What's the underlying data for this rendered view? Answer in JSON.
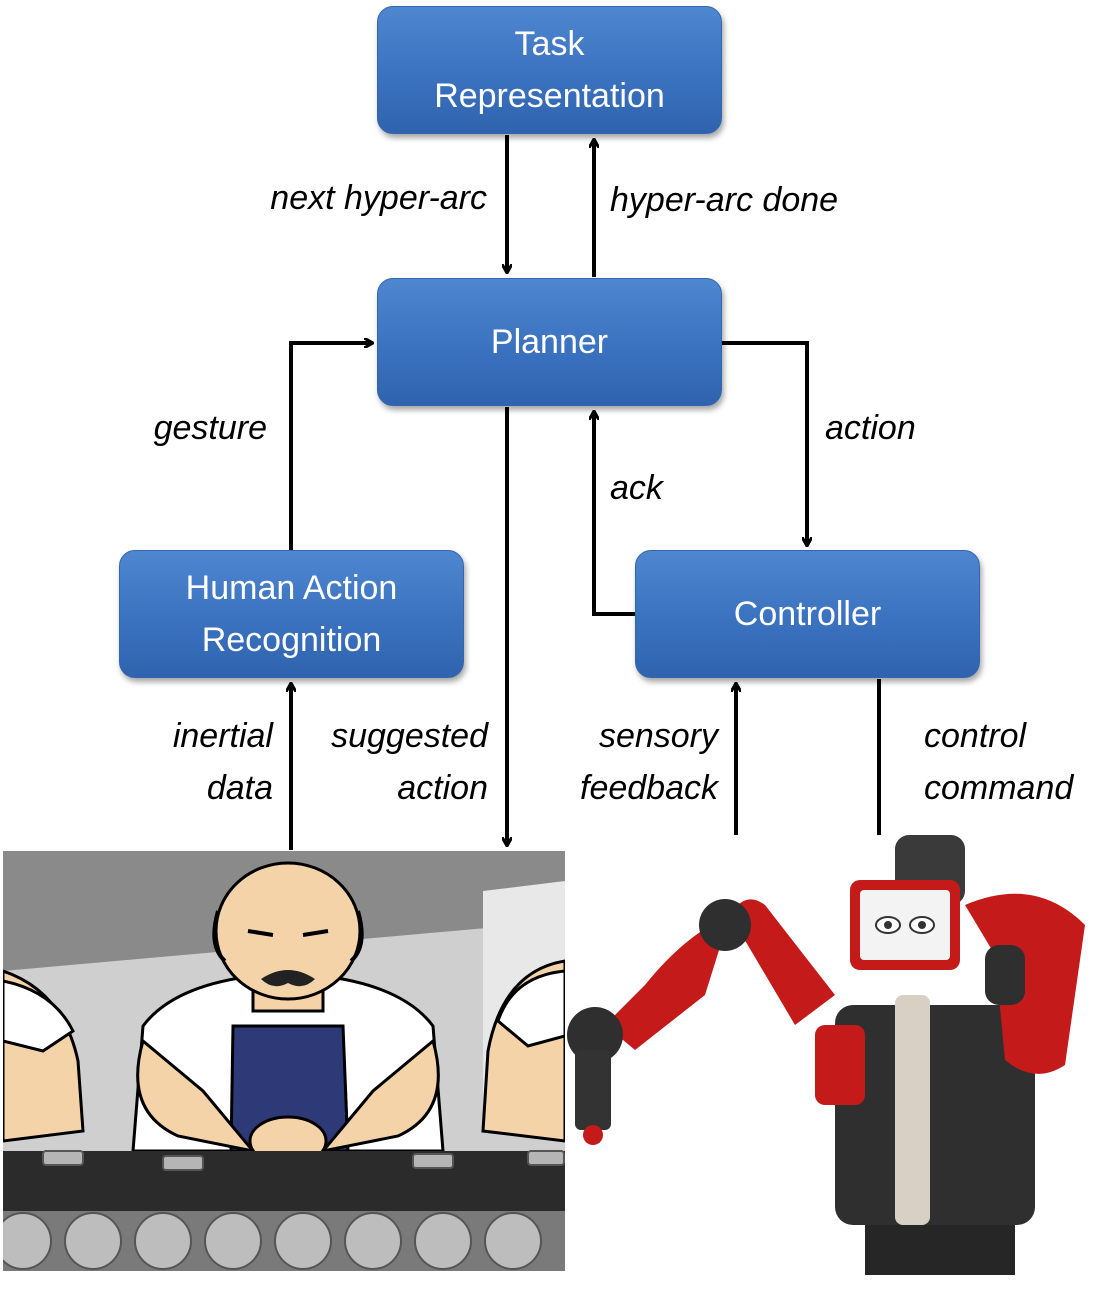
{
  "boxes": {
    "task_representation": [
      "Task",
      "Representation"
    ],
    "planner": [
      "Planner"
    ],
    "human_action_recognition": [
      "Human Action",
      "Recognition"
    ],
    "controller": [
      "Controller"
    ]
  },
  "edges": {
    "next_hyper_arc": "next hyper-arc",
    "hyper_arc_done": "hyper-arc done",
    "gesture": "gesture",
    "action": "action",
    "ack": "ack",
    "inertial_data": [
      "inertial",
      "data"
    ],
    "suggested_action": [
      "suggested",
      "action"
    ],
    "sensory_feedback": [
      "sensory",
      "feedback"
    ],
    "control_command": [
      "control",
      "command"
    ]
  },
  "colors": {
    "box_fill": "#3b72c0",
    "box_text": "#ffffff",
    "arrow": "#000000",
    "robot_red": "#c41a1a",
    "apron": "#2e3a78"
  },
  "images": {
    "left": "cartoon-worker-at-conveyor",
    "right": "red-collaborative-robot"
  }
}
